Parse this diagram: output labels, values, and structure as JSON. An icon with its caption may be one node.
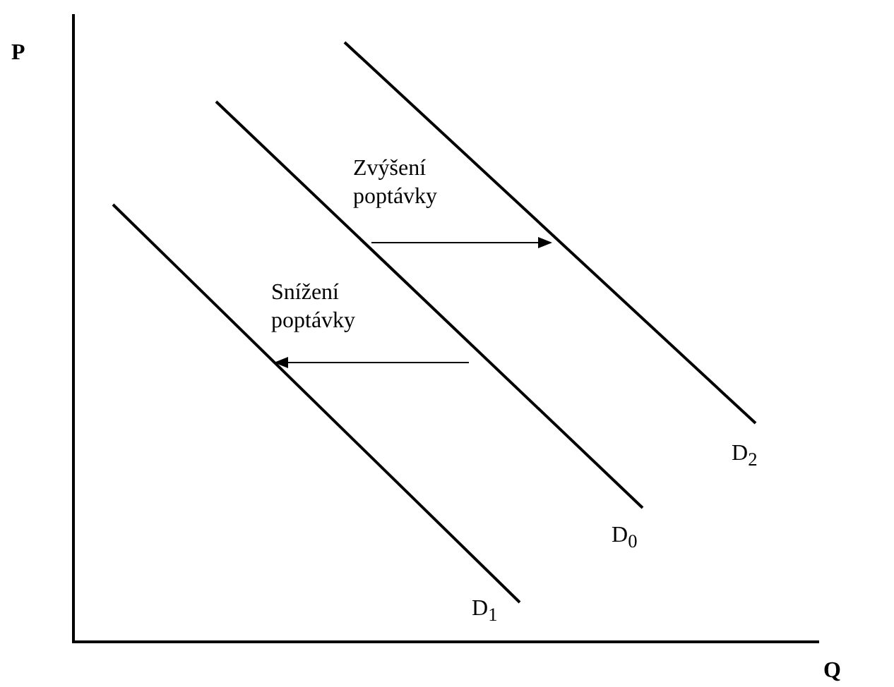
{
  "diagram": {
    "labels": [
      "P",
      "Zvýšení poptávky",
      "Snížení poptávky",
      "D$_{2}$",
      "D$_{0}$",
      "D$_{1}$",
      "Q"
    ]
  }
}
